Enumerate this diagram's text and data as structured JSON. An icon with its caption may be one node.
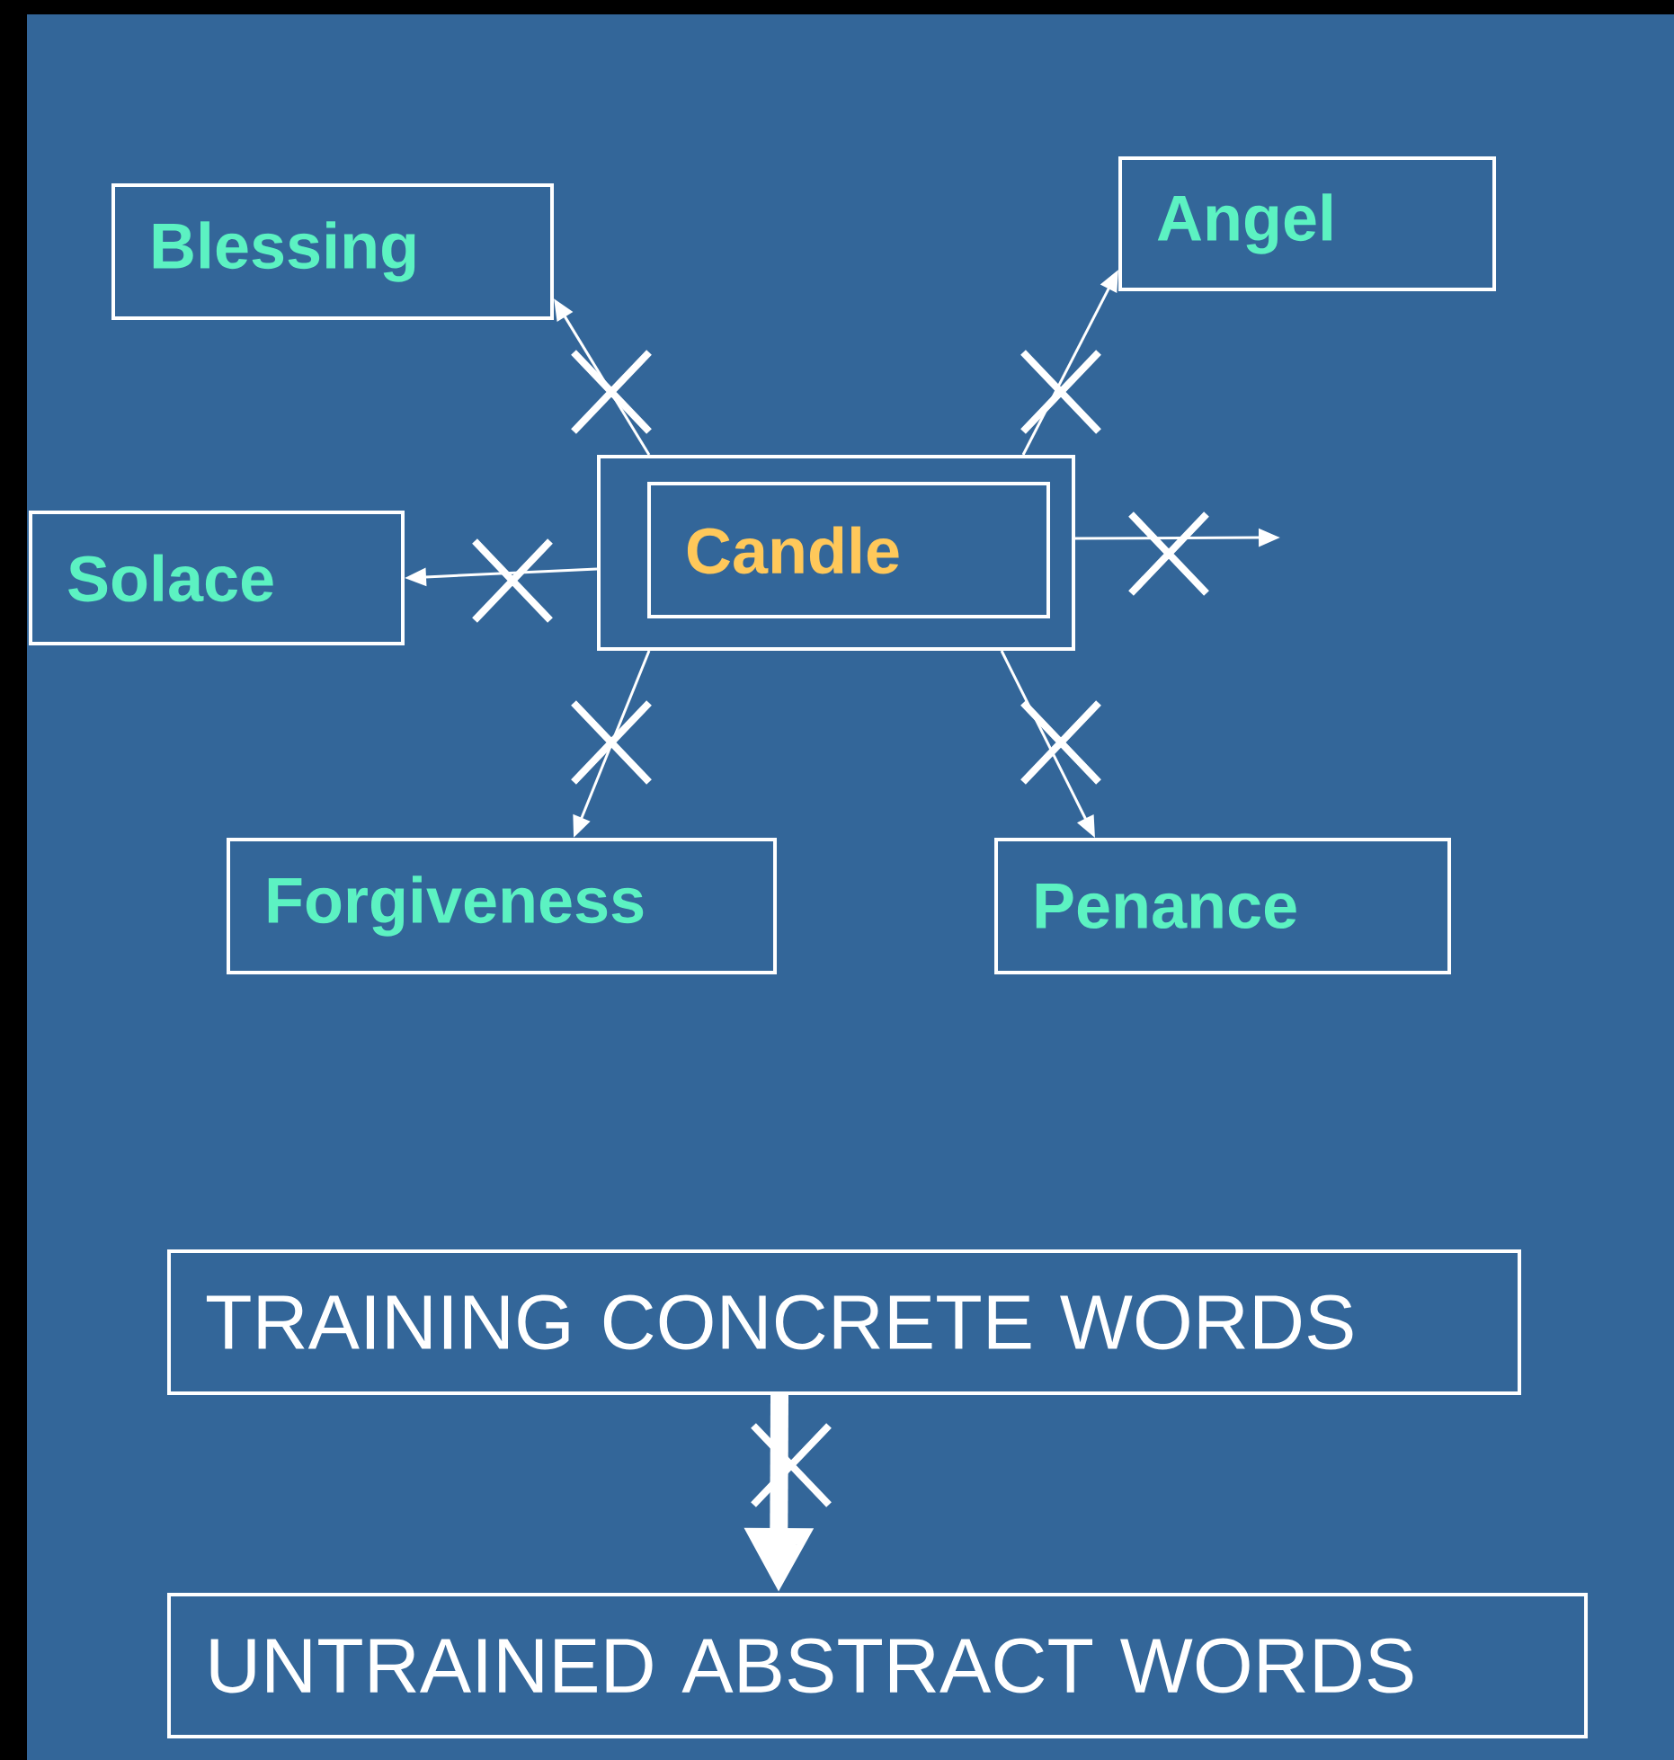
{
  "diagram": {
    "nodes": [
      {
        "text": [
          "Blessing"
        ]
      },
      {
        "text": [
          "Angel"
        ]
      },
      {
        "text": [],
        "shape": "box"
      },
      {
        "text": [
          "Candle"
        ],
        "in": 2
      },
      {
        "text": [
          "Solace"
        ]
      },
      {
        "text": [
          "Forgiveness"
        ]
      },
      {
        "text": [
          "Penance"
        ]
      },
      {
        "text": [
          "TRAINING CONCRETE WORDS"
        ]
      },
      {
        "text": [
          "UNTRAINED ABSTRACT WORDS"
        ]
      }
    ],
    "edges": [
      {
        "from": 2,
        "to": 0,
        "arrow": "to"
      },
      {
        "from": 2,
        "to": 1,
        "arrow": "to"
      },
      {
        "from": 2,
        "to": 4,
        "arrow": "to"
      },
      {
        "from": 2,
        "to": null,
        "arrow": "to"
      },
      {
        "from": 2,
        "to": 5,
        "arrow": "to"
      },
      {
        "from": 2,
        "to": 6,
        "arrow": "to"
      },
      {
        "from": 7,
        "to": 8,
        "arrow": "to",
        "style": "thick"
      }
    ]
  }
}
